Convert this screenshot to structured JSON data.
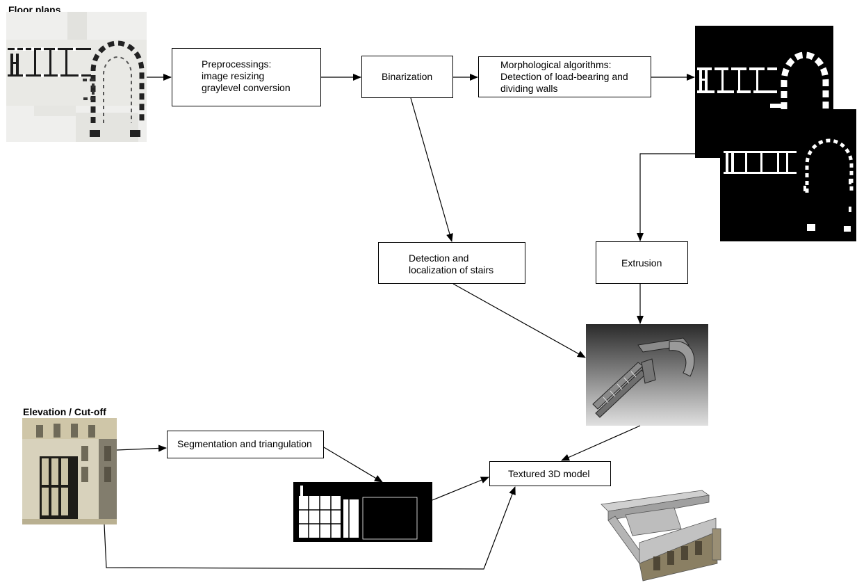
{
  "labels": {
    "floor_plans": "Floor plans",
    "elevation": "Elevation / Cut-off"
  },
  "boxes": {
    "preprocessing": [
      "Preprocessings:",
      "image resizing",
      "graylevel conversion"
    ],
    "binarization": [
      "Binarization"
    ],
    "morphological": [
      "Morphological algorithms:",
      "Detection of load-bearing and",
      "dividing walls"
    ],
    "stairs": [
      "Detection and",
      "localization of stairs"
    ],
    "extrusion": [
      "Extrusion"
    ],
    "segmentation": [
      "Segmentation and triangulation"
    ],
    "textured": [
      "Textured 3D model"
    ]
  },
  "images": {
    "floor_plan": "floor-plan-drawing",
    "binary_walls_1": "binary-wall-image",
    "binary_walls_2": "binary-wall-image",
    "extruded_model": "extruded-walls-render",
    "elevation_drawing": "elevation-drawing",
    "segmented_elevation": "segmented-elevation-image",
    "final_model": "textured-3d-model-render"
  }
}
